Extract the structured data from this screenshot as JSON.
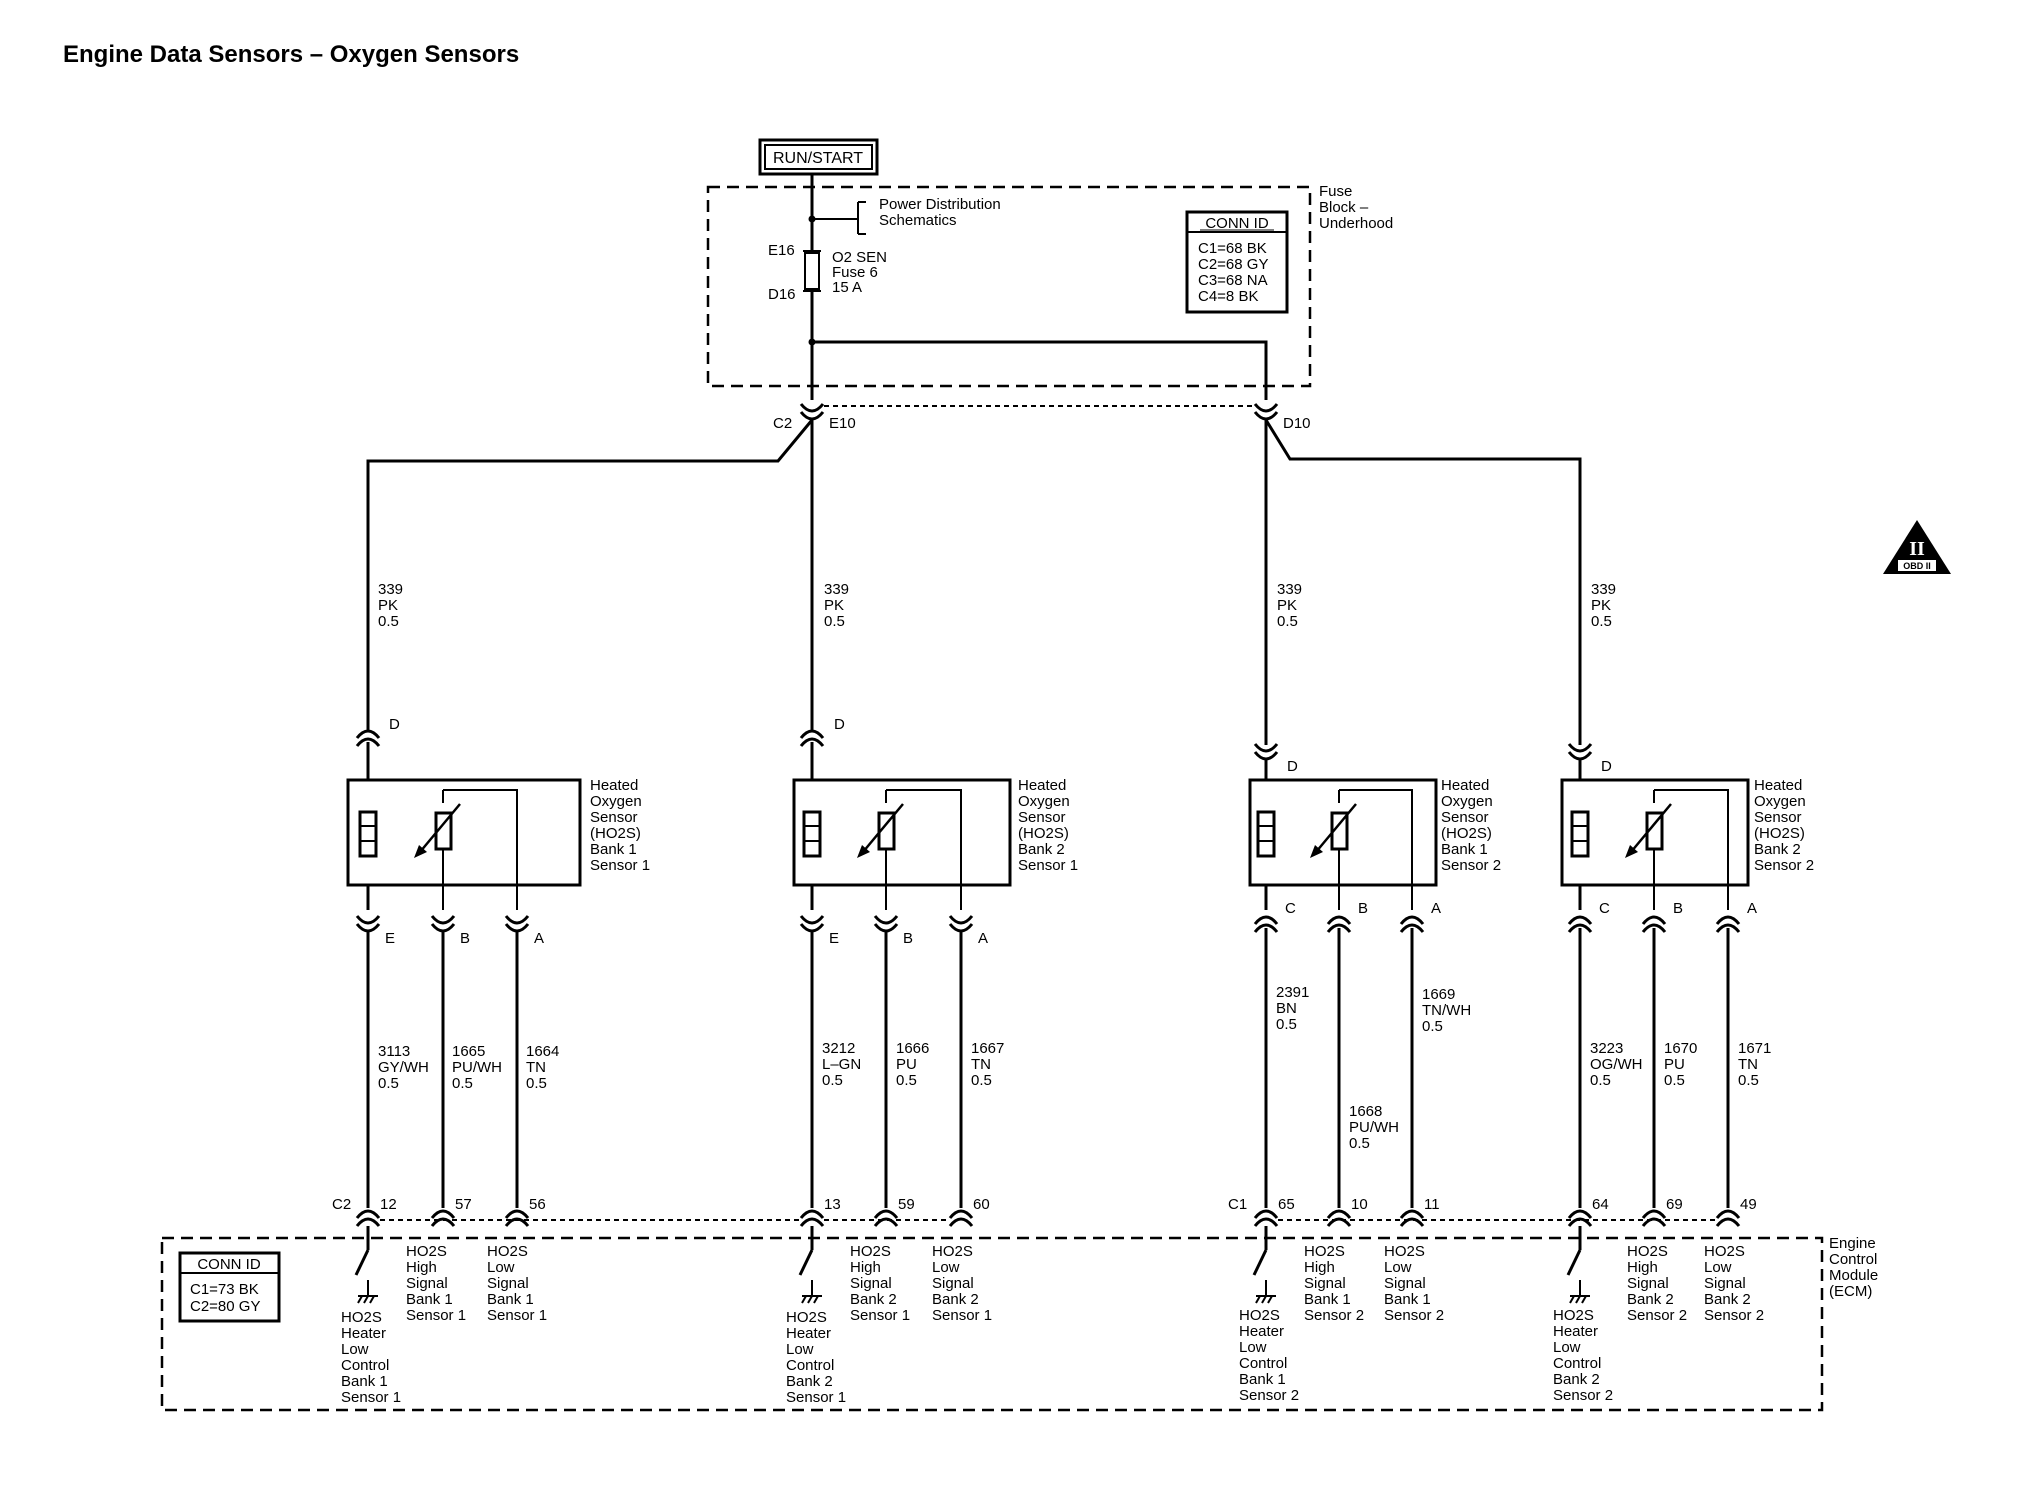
{
  "title": "Engine Data Sensors – Oxygen Sensors",
  "run_start": "RUN/START",
  "fuse_block": {
    "label": [
      "Fuse",
      "Block –",
      "Underhood"
    ],
    "power_dist": [
      "Power Distribution",
      "Schematics"
    ],
    "fuse_in": "E16",
    "fuse_out": "D16",
    "fuse_label": [
      "O2 SEN",
      "Fuse 6",
      "15 A"
    ],
    "conn_id_title": "CONN ID",
    "conn_ids": [
      "C1=68 BK",
      "C2=68 GY",
      "C3=68 NA",
      "C4=8 BK"
    ],
    "left_conn": "C2",
    "left_pin": "E10",
    "right_pin": "D10"
  },
  "feed_wire": [
    "339",
    "PK",
    "0.5"
  ],
  "sensors": [
    {
      "name": [
        "Heated",
        "Oxygen",
        "Sensor",
        "(HO2S)",
        "Bank 1",
        "Sensor 1"
      ],
      "top_pin": "D",
      "pins": [
        "E",
        "B",
        "A"
      ],
      "wires": [
        [
          "3113",
          "GY/WH",
          "0.5"
        ],
        [
          "1665",
          "PU/WH",
          "0.5"
        ],
        [
          "1664",
          "TN",
          "0.5"
        ]
      ],
      "ecm_pins": [
        "12",
        "57",
        "56"
      ],
      "ecm_labels": [
        [
          "HO2S",
          "Heater",
          "Low",
          "Control",
          "Bank 1",
          "Sensor 1"
        ],
        [
          "HO2S",
          "High",
          "Signal",
          "Bank 1",
          "Sensor 1"
        ],
        [
          "HO2S",
          "Low",
          "Signal",
          "Bank 1",
          "Sensor 1"
        ]
      ]
    },
    {
      "name": [
        "Heated",
        "Oxygen",
        "Sensor",
        "(HO2S)",
        "Bank 2",
        "Sensor 1"
      ],
      "top_pin": "D",
      "pins": [
        "E",
        "B",
        "A"
      ],
      "wires": [
        [
          "3212",
          "L–GN",
          "0.5"
        ],
        [
          "1666",
          "PU",
          "0.5"
        ],
        [
          "1667",
          "TN",
          "0.5"
        ]
      ],
      "ecm_pins": [
        "13",
        "59",
        "60"
      ],
      "ecm_labels": [
        [
          "HO2S",
          "Heater",
          "Low",
          "Control",
          "Bank 2",
          "Sensor 1"
        ],
        [
          "HO2S",
          "High",
          "Signal",
          "Bank 2",
          "Sensor 1"
        ],
        [
          "HO2S",
          "Low",
          "Signal",
          "Bank 2",
          "Sensor 1"
        ]
      ]
    },
    {
      "name": [
        "Heated",
        "Oxygen",
        "Sensor",
        "(HO2S)",
        "Bank 1",
        "Sensor 2"
      ],
      "top_pin": "D",
      "pins": [
        "C",
        "B",
        "A"
      ],
      "wires": [
        [
          "2391",
          "BN",
          "0.5"
        ],
        [
          "1668",
          "PU/WH",
          "0.5"
        ],
        [
          "1669",
          "TN/WH",
          "0.5"
        ]
      ],
      "ecm_pins": [
        "65",
        "10",
        "11"
      ],
      "ecm_labels": [
        [
          "HO2S",
          "Heater",
          "Low",
          "Control",
          "Bank 1",
          "Sensor 2"
        ],
        [
          "HO2S",
          "High",
          "Signal",
          "Bank 1",
          "Sensor 2"
        ],
        [
          "HO2S",
          "Low",
          "Signal",
          "Bank 1",
          "Sensor 2"
        ]
      ]
    },
    {
      "name": [
        "Heated",
        "Oxygen",
        "Sensor",
        "(HO2S)",
        "Bank 2",
        "Sensor 2"
      ],
      "top_pin": "D",
      "pins": [
        "C",
        "B",
        "A"
      ],
      "wires": [
        [
          "3223",
          "OG/WH",
          "0.5"
        ],
        [
          "1670",
          "PU",
          "0.5"
        ],
        [
          "1671",
          "TN",
          "0.5"
        ]
      ],
      "ecm_pins": [
        "64",
        "69",
        "49"
      ],
      "ecm_labels": [
        [
          "HO2S",
          "Heater",
          "Low",
          "Control",
          "Bank 2",
          "Sensor 2"
        ],
        [
          "HO2S",
          "High",
          "Signal",
          "Bank 2",
          "Sensor 2"
        ],
        [
          "HO2S",
          "Low",
          "Signal",
          "Bank 2",
          "Sensor 2"
        ]
      ]
    }
  ],
  "ecm": {
    "label": [
      "Engine",
      "Control",
      "Module",
      "(ECM)"
    ],
    "conn_id_title": "CONN ID",
    "conn_ids": [
      "C1=73 BK",
      "C2=80 GY"
    ],
    "left_conn": "C2",
    "right_conn": "C1"
  },
  "obd": {
    "numeral": "II",
    "text": "OBD II"
  }
}
